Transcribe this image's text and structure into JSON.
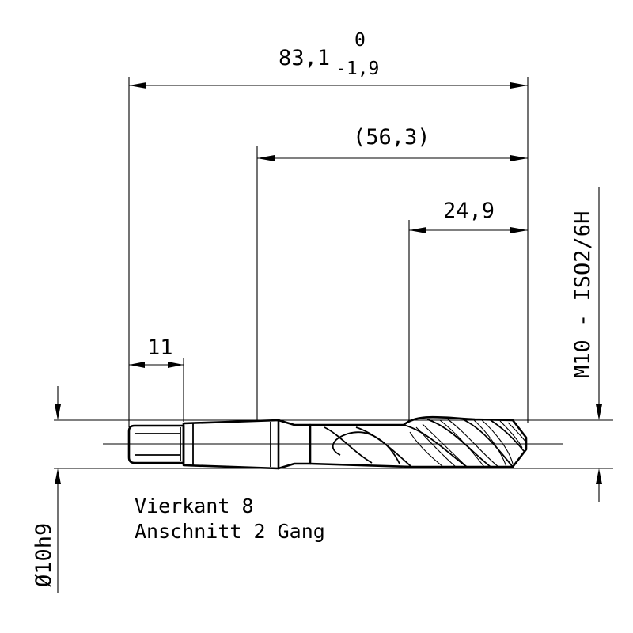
{
  "drawing": {
    "overall_length": {
      "nominal": "83,1",
      "upper_tol": "0",
      "lower_tol": "-1,9"
    },
    "neck_length": "(56,3)",
    "thread_length": "24,9",
    "square_length": "11",
    "thread_designation": "M10 - ISO2/6H",
    "shank_diameter": "Ø10h9",
    "notes": [
      "Vierkant 8",
      "Anschnitt 2 Gang"
    ]
  }
}
